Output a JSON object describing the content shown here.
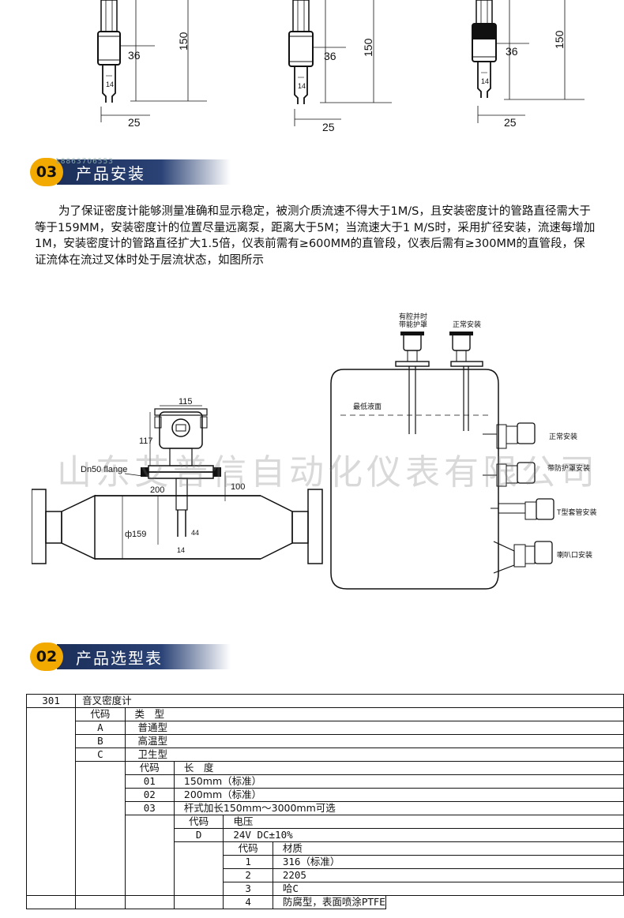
{
  "colors": {
    "accent": "#f2a900",
    "bar": "#1c2f5a",
    "text": "#111111"
  },
  "fork_drawings": [
    {
      "d_probe": "36",
      "d_total": "150",
      "d_tine": "14",
      "d_width": "25"
    },
    {
      "d_probe": "36",
      "d_total": "150",
      "d_tine": "14",
      "d_width": "25"
    },
    {
      "d_probe": "36",
      "d_total": "150",
      "d_tine": "14",
      "d_width": "25"
    }
  ],
  "section_install": {
    "number": "03",
    "title": "产品安装",
    "phone": "18863706553"
  },
  "install_text": "为了保证密度计能够测量准确和显示稳定，被测介质流速不得大于1M/S，且安装密度计的管路直径需大于等于159MM，安装密度计的位置尽量远离泵，距离大于5M；当流速大于1 M/S时，采用扩径安装，流速每增加1M，安装密度计的管路直径扩大1.5倍，仪表前需有≥600MM的直管段，仪表后需有≥300MM的直管段，保证流体在流过叉体时处于层流状态，如图所示",
  "pipe_diagram": {
    "d115": "115",
    "d117": "117",
    "flange": "Dn50 flange",
    "d200": "200",
    "d100": "100",
    "d159": "ф159",
    "d44": "44",
    "d14": "14"
  },
  "tank_diagram": {
    "top_left_label_1": "有腔并时",
    "top_left_label_2": "带能护罩",
    "top_right_label": "正常安装",
    "liquid_level": "最低液面",
    "side_labels": [
      "正常安装",
      "带防护罩安装",
      "T型套管安装",
      "喇叭口安装"
    ]
  },
  "watermark": "山东艾普信自动化仪表有限公司",
  "section_select": {
    "number": "02",
    "title": "产品选型表"
  },
  "selection_table": {
    "model_code": "301",
    "model_name": "音叉密度计",
    "type_header": {
      "code": "代码",
      "name": "类　型"
    },
    "types": [
      {
        "code": "A",
        "name": "普通型"
      },
      {
        "code": "B",
        "name": "高温型"
      },
      {
        "code": "C",
        "name": "卫生型"
      }
    ],
    "length_header": {
      "code": "代码",
      "name": "长　度"
    },
    "lengths": [
      {
        "code": "01",
        "name": "150mm（标准）"
      },
      {
        "code": "02",
        "name": "200mm（标准）"
      },
      {
        "code": "03",
        "name": "杆式加长150mm～3000mm可选"
      }
    ],
    "voltage_header": {
      "code": "代码",
      "name": "电压"
    },
    "voltages": [
      {
        "code": "D",
        "name": "24V DC±10%"
      }
    ],
    "material_header": {
      "code": "代码",
      "name": "材质"
    },
    "materials": [
      {
        "code": "1",
        "name": "316（标准）"
      },
      {
        "code": "2",
        "name": "2205"
      },
      {
        "code": "3",
        "name": "哈C"
      },
      {
        "code": "4",
        "name": "防腐型，表面喷涂PTFE"
      }
    ]
  }
}
